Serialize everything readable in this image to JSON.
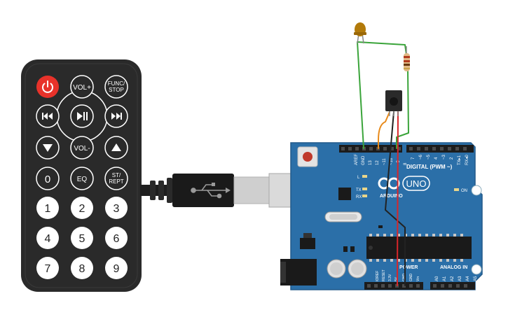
{
  "remote": {
    "buttons": [
      {
        "id": "power",
        "label": "",
        "icon": "power-icon"
      },
      {
        "id": "vol-up",
        "label": "VOL+"
      },
      {
        "id": "func-stop",
        "label": "FUNC/",
        "label2": "STOP"
      },
      {
        "id": "prev",
        "label": "",
        "icon": "skip-back-icon"
      },
      {
        "id": "play-pause",
        "label": "",
        "icon": "play-pause-icon"
      },
      {
        "id": "next",
        "label": "",
        "icon": "skip-forward-icon"
      },
      {
        "id": "down",
        "label": "",
        "icon": "triangle-down-icon"
      },
      {
        "id": "vol-down",
        "label": "VOL-"
      },
      {
        "id": "up",
        "label": "",
        "icon": "triangle-up-icon"
      },
      {
        "id": "zero",
        "label": "0"
      },
      {
        "id": "eq",
        "label": "EQ"
      },
      {
        "id": "st-rept",
        "label": "ST/",
        "label2": "REPT"
      },
      {
        "id": "one",
        "label": "1"
      },
      {
        "id": "two",
        "label": "2"
      },
      {
        "id": "three",
        "label": "3"
      },
      {
        "id": "four",
        "label": "4"
      },
      {
        "id": "five",
        "label": "5"
      },
      {
        "id": "six",
        "label": "6"
      },
      {
        "id": "seven",
        "label": "7"
      },
      {
        "id": "eight",
        "label": "8"
      },
      {
        "id": "nine",
        "label": "9"
      }
    ]
  },
  "arduino": {
    "digital_label": "DIGITAL (PWM ~)",
    "uno_label": "UNO",
    "brand_label": "ARDUINO",
    "power_label": "POWER",
    "analog_label": "ANALOG IN",
    "on_label": "ON",
    "l_label": "L",
    "tx_label": "TX",
    "rx_label": "RX",
    "top_pins": [
      "AREF",
      "GND",
      "13",
      "12",
      "~11",
      "~10",
      "~9",
      "8",
      "7",
      "~6",
      "~5",
      "4",
      "~3",
      "2",
      "TX▸1",
      "RX◂0"
    ],
    "power_pins": [
      "IOREF",
      "RESET",
      "3.3V",
      "5V",
      "GND",
      "GND",
      "Vin"
    ],
    "analog_pins": [
      "A0",
      "A1",
      "A2",
      "A3",
      "A4",
      "A5"
    ]
  },
  "colors": {
    "board": "#2b6fa8",
    "remote": "#2a2a2a",
    "power_button": "#e8322a",
    "wire_green": "#3aa43a",
    "wire_orange": "#e88a1a",
    "wire_red": "#d8262a",
    "wire_black": "#222222"
  }
}
